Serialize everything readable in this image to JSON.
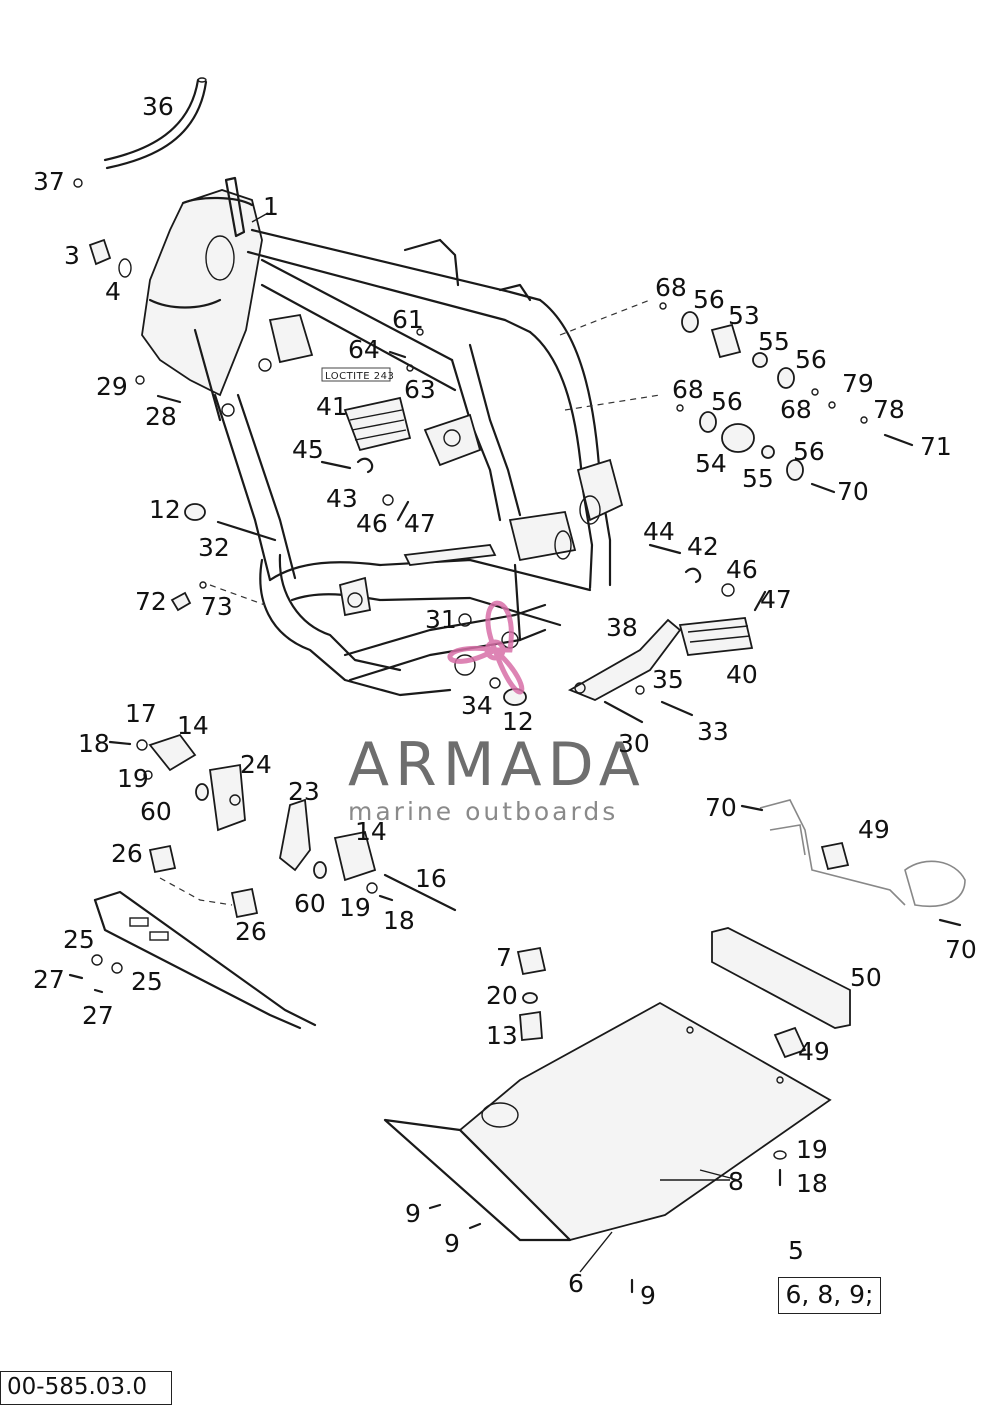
{
  "diagram_code": "00-585.03.0",
  "kit": {
    "number": "5",
    "contents": "6, 8, 9;"
  },
  "note": {
    "loctite": "LOCTITE 243"
  },
  "watermark": {
    "name": "ARMADA",
    "tagline": "marine outboards",
    "color": "#d86fa8"
  },
  "callouts": {
    "c1": "1",
    "c3": "3",
    "c4": "4",
    "c5": "5",
    "c6": "6",
    "c7": "7",
    "c8": "8",
    "c9": "9",
    "c12": "12",
    "c13": "13",
    "c14": "14",
    "c16": "16",
    "c17": "17",
    "c18": "18",
    "c19": "19",
    "c20": "20",
    "c23": "23",
    "c24": "24",
    "c25": "25",
    "c26": "26",
    "c27": "27",
    "c28": "28",
    "c29": "29",
    "c30": "30",
    "c31": "31",
    "c32": "32",
    "c33": "33",
    "c34": "34",
    "c35": "35",
    "c36": "36",
    "c37": "37",
    "c38": "38",
    "c40": "40",
    "c41": "41",
    "c42": "42",
    "c43": "43",
    "c44": "44",
    "c45": "45",
    "c46": "46",
    "c47": "47",
    "c49": "49",
    "c50": "50",
    "c53": "53",
    "c54": "54",
    "c55": "55",
    "c56": "56",
    "c60": "60",
    "c61": "61",
    "c63": "63",
    "c64": "64",
    "c68": "68",
    "c70": "70",
    "c71": "71",
    "c72": "72",
    "c73": "73",
    "c78": "78",
    "c79": "79"
  }
}
